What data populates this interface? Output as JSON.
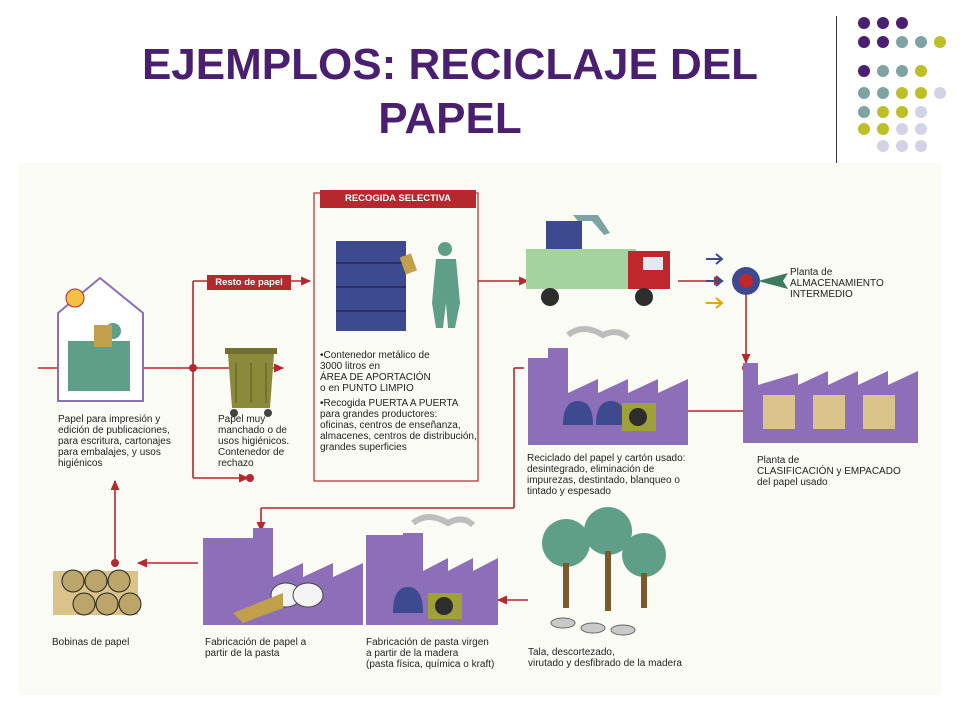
{
  "title": {
    "line1": "EJEMPLOS: RECICLAJE DEL",
    "line2": "PAPEL"
  },
  "colors": {
    "title": "#4b1f6f",
    "purple": "#4b1f6f",
    "teal": "#7ea3a3",
    "olive": "#bcbf28",
    "lavender": "#d3d3e8",
    "flow_red": "#b5282d",
    "factory_purple": "#8c6fb8",
    "container_green": "#8a8a3a"
  },
  "diagram": {
    "home": {
      "lines": [
        "Papel para impresión y",
        "edición de publicaciones,",
        "para escritura, cartonajes",
        "para embalajes, y usos",
        "higiénicos"
      ]
    },
    "resto_tag": "Resto de papel",
    "rechazo": {
      "lines": [
        "Papel muy",
        "manchado o de",
        "usos higiénicos.",
        "Contenedor de",
        "rechazo"
      ]
    },
    "recogida": {
      "header": "RECOGIDA SELECTIVA",
      "bullet1": [
        "•Contenedor metálico de",
        "3000 litros en",
        "ÁREA DE APORTACIÓN",
        "o en PUNTO LIMPIO"
      ],
      "bullet2": [
        "•Recogida PUERTA A PUERTA",
        "para grandes productores:",
        "oficinas, centros de enseñanza,",
        "almacenes, centros de distribución,",
        "grandes superficies"
      ]
    },
    "almacenamiento": {
      "lines": [
        "Planta de",
        "ALMACENAMIENTO",
        "INTERMEDIO"
      ]
    },
    "reciclado": {
      "lines": [
        "Reciclado del papel y cartón usado:",
        "desintegrado, eliminación de",
        "impurezas, destintado, blanqueo o",
        "tintado y espesado"
      ]
    },
    "clasificacion": {
      "lines": [
        "Planta de",
        "CLASIFICACIÓN y EMPACADO",
        "del papel usado"
      ]
    },
    "bobinas": {
      "label": "Bobinas de papel"
    },
    "fabricacion_papel": {
      "lines": [
        "Fabricación de papel a",
        "partir de la pasta"
      ]
    },
    "pasta_virgen": {
      "lines": [
        "Fabricación de pasta virgen",
        "a partir de la madera",
        "(pasta física, química o kraft)"
      ]
    },
    "tala": {
      "lines": [
        "Tala, descortezado,",
        "virutado y desfibrado de la madera"
      ]
    }
  }
}
